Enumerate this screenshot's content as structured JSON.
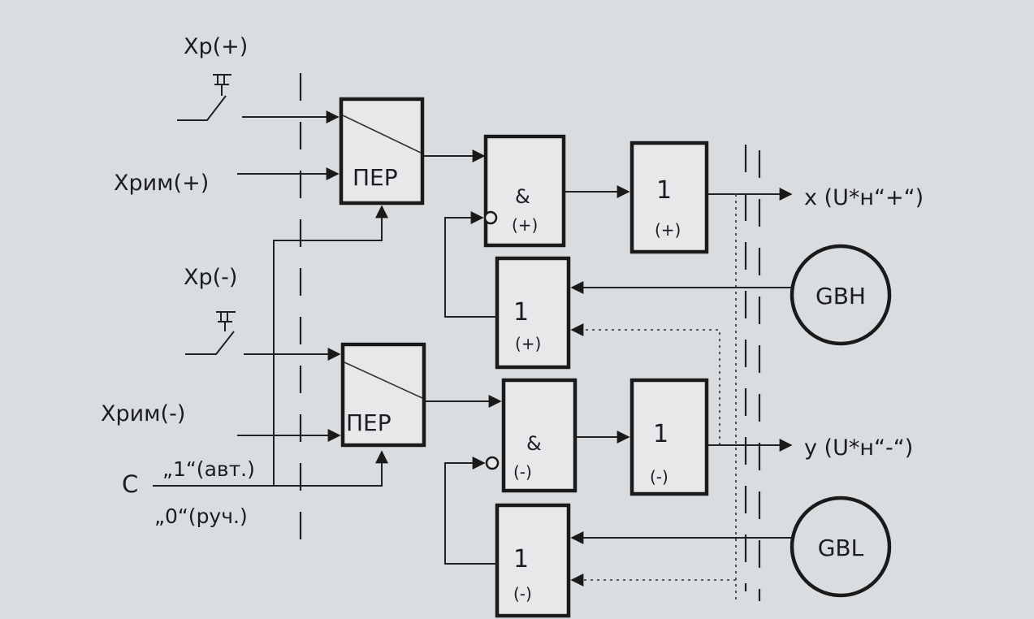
{
  "inputs": {
    "xp_plus": "Xp(+)",
    "xrim_plus": "Xрим(+)",
    "xp_minus": "Xp(-)",
    "xrim_minus": "Xрим(-)",
    "c": "C",
    "auto": "„1“(авт.)",
    "manual": "„0“(руч.)"
  },
  "blocks": {
    "per_upper": "ПЕР",
    "per_lower": "ПЕР",
    "and_symbol": "&",
    "and_plus_sub": "(+)",
    "and_minus_sub": "(-)",
    "or_symbol": "1",
    "or_plus_sub": "(+)",
    "or_minus_sub": "(-)"
  },
  "outputs": {
    "x": "x (U*н“+“)",
    "y": "y (U*н“-“)"
  },
  "generators": {
    "gbh": "GBH",
    "gbl": "GBL"
  }
}
